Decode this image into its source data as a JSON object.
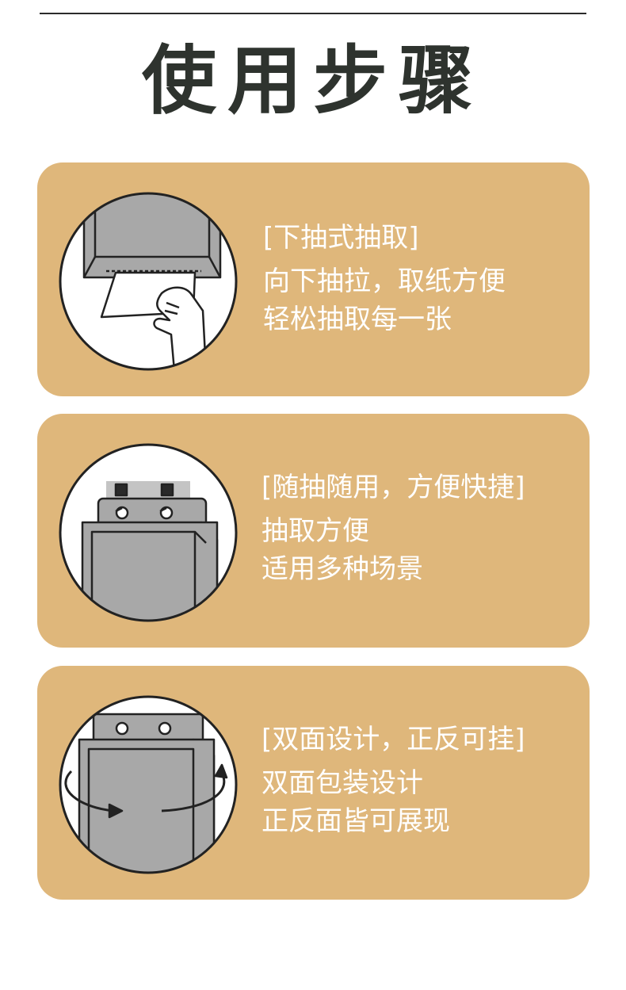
{
  "title": "使用步骤",
  "colors": {
    "card": "#dfb77b",
    "title": "#2e332e",
    "gray": "#a8a8a8",
    "stroke": "#222222"
  },
  "steps": [
    {
      "heading": "[下抽式抽取]",
      "lines": [
        "向下抽拉，取纸方便",
        "轻松抽取每一张"
      ],
      "icon": "hand-pulling-tissue-icon"
    },
    {
      "heading": "[随抽随用，方便快捷]",
      "lines": [
        "抽取方便",
        "适用多种场景"
      ],
      "icon": "wall-mounted-tissue-box-icon"
    },
    {
      "heading": "[双面设计，正反可挂]",
      "lines": [
        "双面包装设计",
        "正反面皆可展现"
      ],
      "icon": "reversible-tissue-box-icon"
    }
  ]
}
